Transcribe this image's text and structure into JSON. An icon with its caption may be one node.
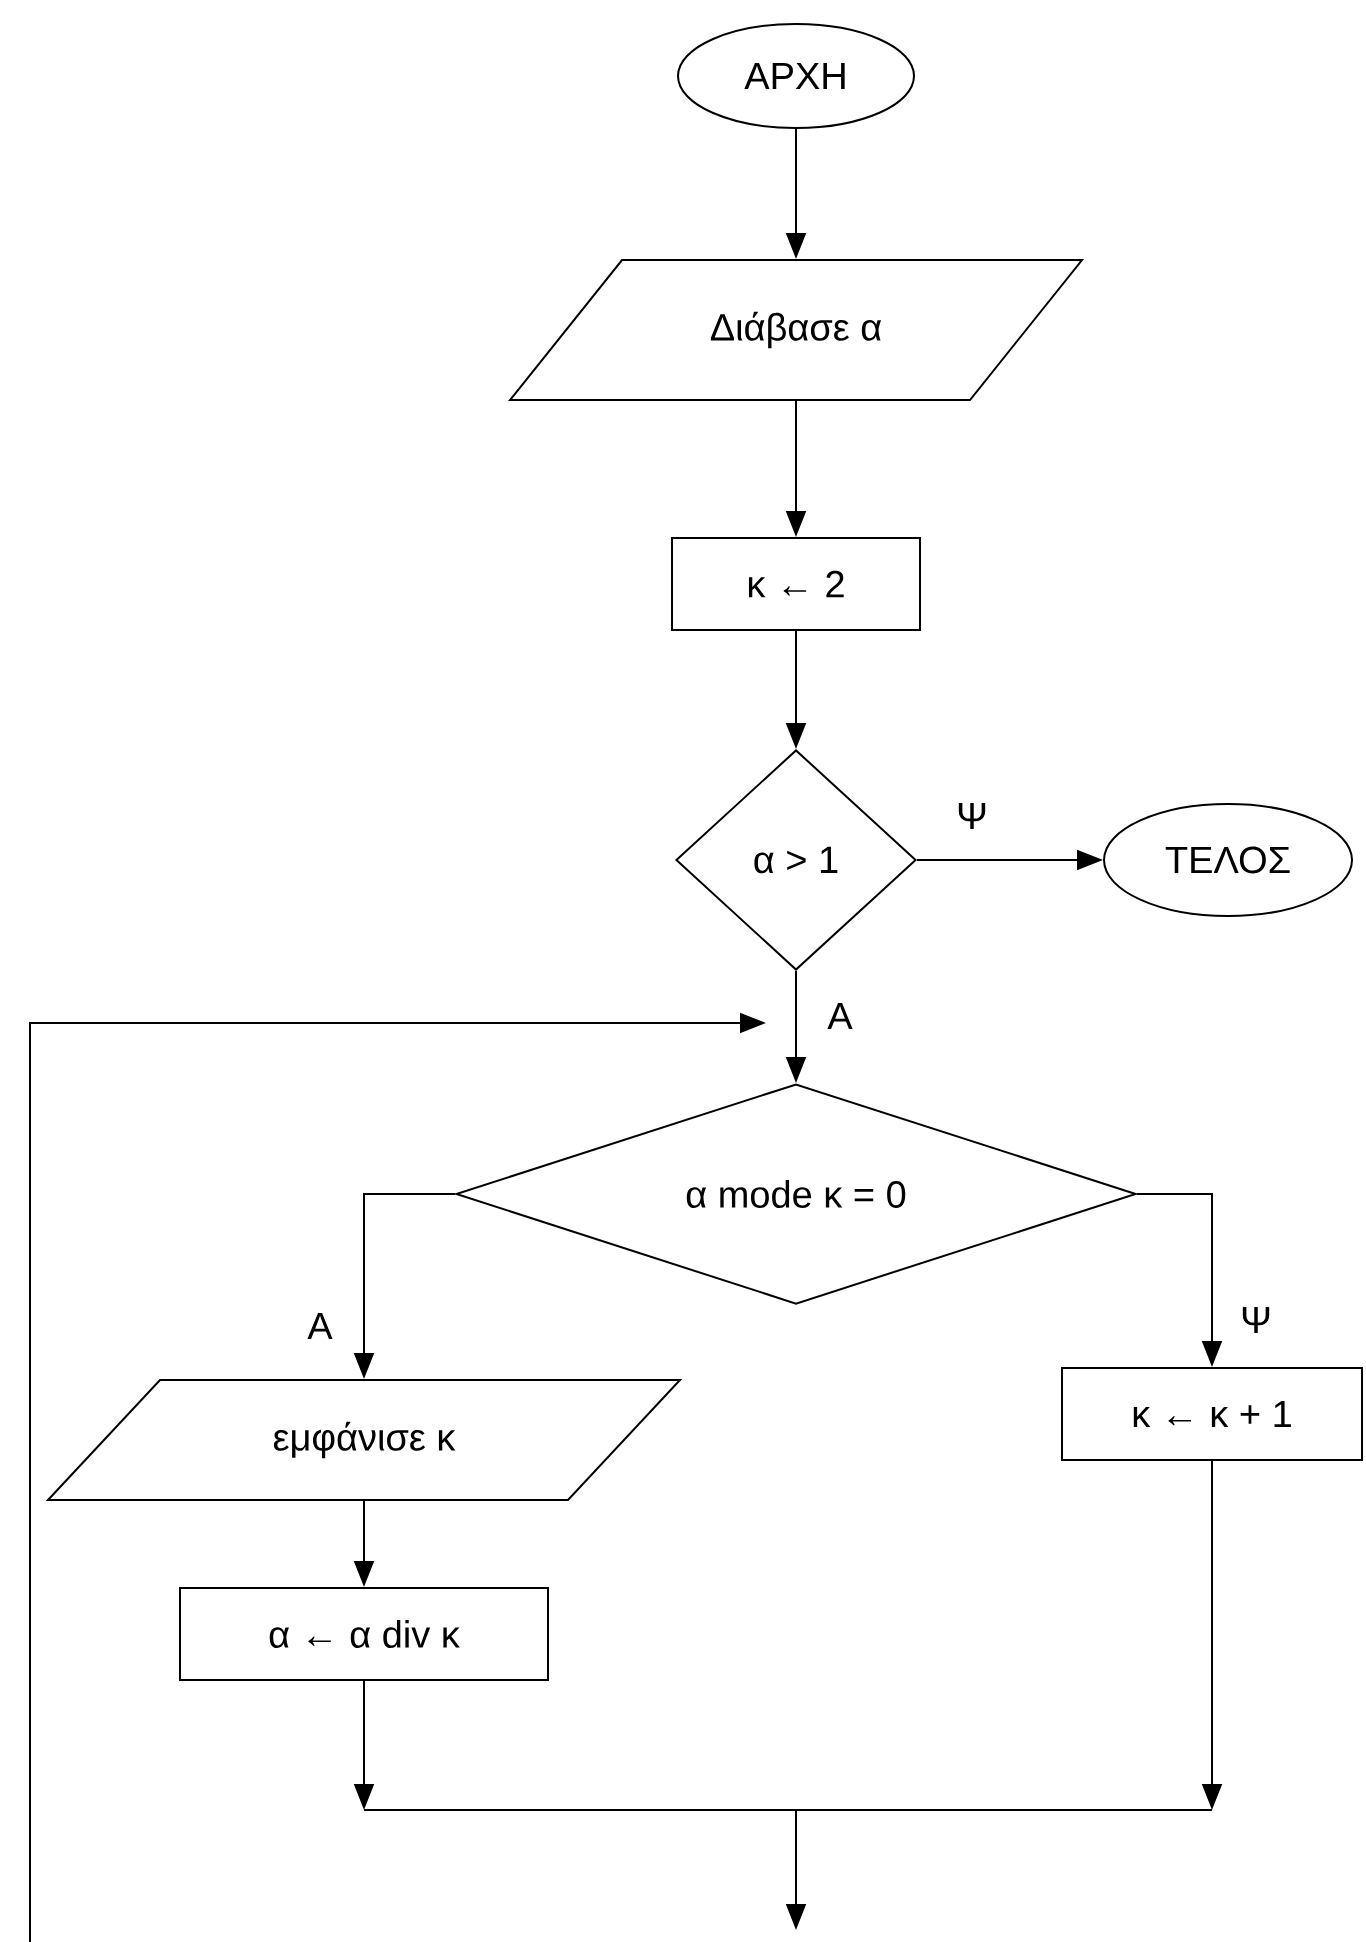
{
  "diagram": {
    "nodes": [
      {
        "text": [
          "ΑΡΧΗ"
        ]
      },
      {
        "text": [
          "Διάβασε α"
        ]
      },
      {
        "text": [
          "κ ← 2"
        ]
      },
      {
        "text": [
          "α > 1"
        ]
      },
      {
        "text": [
          "ΤΕΛΟΣ"
        ]
      },
      {
        "text": [
          "α mode κ = 0"
        ]
      },
      {
        "text": [
          "εμφάνισε κ"
        ]
      },
      {
        "text": [
          "α ← α div κ"
        ]
      },
      {
        "text": [
          "κ ← κ + 1"
        ]
      }
    ],
    "edges": [
      {
        "from": 0,
        "to": 1,
        "arrow": "to"
      },
      {
        "from": 1,
        "to": 2,
        "arrow": "to"
      },
      {
        "from": 2,
        "to": 3,
        "arrow": "to"
      },
      {
        "from": 3,
        "to": 4,
        "arrow": "to",
        "label": "Ψ"
      },
      {
        "from": 3,
        "to": 5,
        "arrow": "to",
        "label": "Α"
      },
      {
        "from": 5,
        "to": 6,
        "arrow": "to",
        "label": "Α"
      },
      {
        "from": 5,
        "to": 8,
        "arrow": "to",
        "label": "Ψ"
      },
      {
        "from": 6,
        "to": 7,
        "arrow": "to"
      },
      {
        "from": 7,
        "to": null,
        "arrow": "to"
      },
      {
        "from": 8,
        "to": null,
        "arrow": "to"
      },
      {
        "from": null,
        "to": 5,
        "arrow": "to"
      }
    ]
  }
}
